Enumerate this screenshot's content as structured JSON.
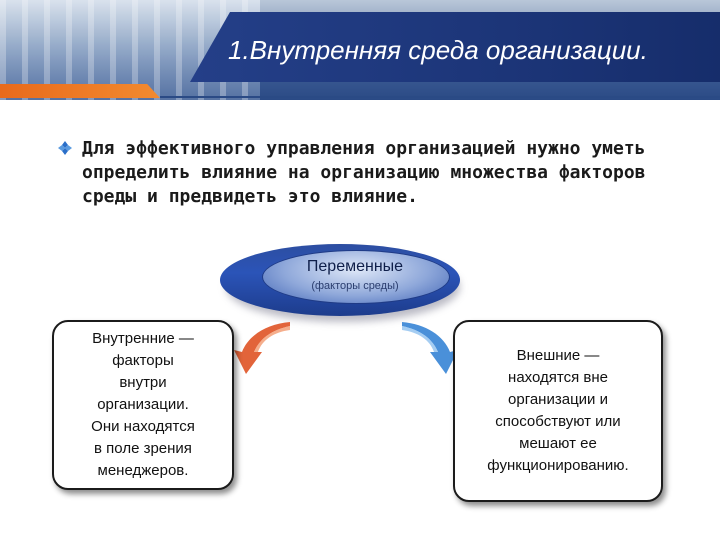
{
  "slide": {
    "title": "1.Внутренняя среда организации.",
    "bullet": "Для эффективного управления организацией нужно уметь определить влияние на организацию множества факторов среды и предвидеть это влияние.",
    "center": {
      "main": "Переменные",
      "sub": "(факторы среды)"
    },
    "left_box": "Внутренние —\nфакторы\nвнутри\nорганизации.\nОни находятся\nв поле зрения\nменеджеров.",
    "right_box": "Внешние —\nнаходятся вне\nорганизации и\nспособствуют или\nмешают ее\nфункционированию."
  },
  "colors": {
    "title_panel": "#1c3578",
    "accent_orange": "#e86a1c",
    "ellipse_blue": "#2b54b8",
    "arrow_left": "#e2643a",
    "arrow_right": "#4a90d9"
  },
  "icons": {
    "bullet": "diamond-bullet-icon",
    "left_arrow": "curved-arrow-left-icon",
    "right_arrow": "curved-arrow-right-icon"
  }
}
